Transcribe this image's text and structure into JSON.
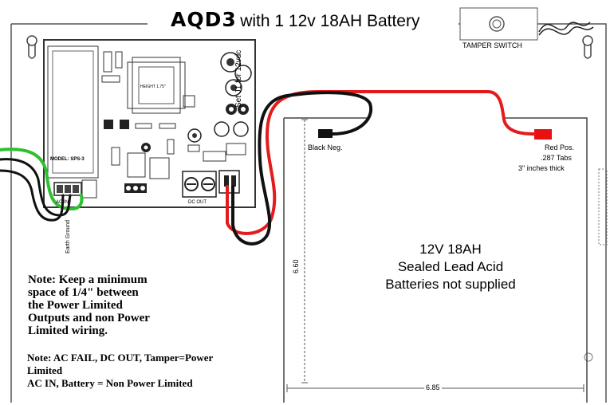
{
  "title": {
    "strong": "AQD3",
    "rest": "with 1 12v 18AH Battery"
  },
  "tamper_switch_label": "TAMPER SWITCH",
  "board": {
    "model_label": "MODEL: SPS-3",
    "jumper_label": "Set J1 for 12vdc",
    "earth_ground_label": "Earth Ground",
    "terminal_labels": [
      "AC IN",
      "DC OUT"
    ]
  },
  "battery": {
    "black_label": "Black Neg.",
    "red_label": "Red Pos.",
    "tabs_label": ".287 Tabs",
    "thick_label": "3\" inches thick",
    "lines": [
      "12V 18AH",
      "Sealed Lead Acid",
      "Batteries not supplied"
    ],
    "height_dim": "6.60",
    "width_dim": "6.85"
  },
  "notes": {
    "main": [
      "Note: Keep a minimum",
      "space of 1/4\" between",
      "the Power Limited",
      "Outputs and non Power",
      "Limited wiring."
    ],
    "secondary": [
      "Note: AC FAIL, DC OUT, Tamper=Power",
      "Limited",
      "AC IN, Battery = Non Power Limited"
    ]
  },
  "colors": {
    "red_wire": "#e31b1b",
    "black_wire": "#111111",
    "green_wire": "#2fc02f",
    "red_terminal": "#e81010"
  }
}
